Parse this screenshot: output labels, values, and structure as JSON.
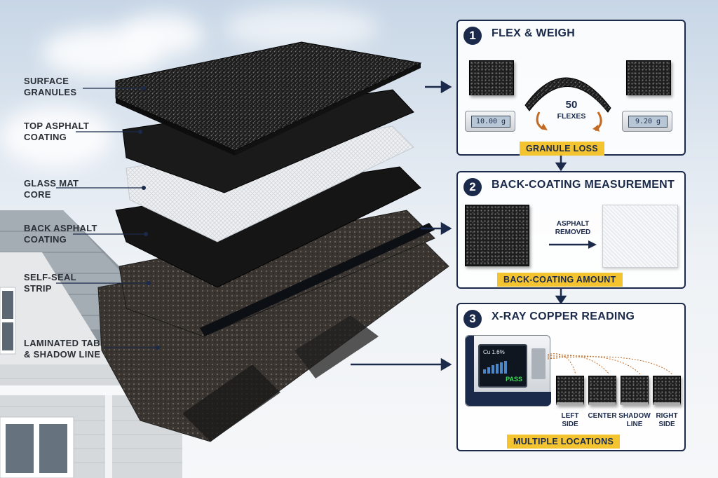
{
  "labels": [
    "SURFACE\nGRANULES",
    "TOP ASPHALT\nCOATING",
    "GLASS MAT\nCORE",
    "BACK ASPHALT\nCOATING",
    "SELF-SEAL\nSTRIP",
    "LAMINATED TAB\n& SHADOW LINE"
  ],
  "panel1": {
    "number": "1",
    "title": "FLEX & WEIGH",
    "scale_before": "10.00 g",
    "scale_after": "9.20 g",
    "flex_count": "50",
    "flex_label": "FLEXES",
    "badge": "GRANULE LOSS"
  },
  "panel2": {
    "number": "2",
    "title": "BACK-COATING MEASUREMENT",
    "arrow_label": "ASPHALT\nREMOVED",
    "badge": "BACK-COATING AMOUNT"
  },
  "panel3": {
    "number": "3",
    "title": "X-RAY COPPER READING",
    "screen_reading": "Cu 1.6%",
    "screen_status": "PASS",
    "locations": [
      "LEFT\nSIDE",
      "CENTER",
      "SHADOW\nLINE",
      "RIGHT\nSIDE"
    ],
    "badge": "MULTIPLE LOCATIONS"
  },
  "colors": {
    "navy": "#1b2a4a",
    "badge_yellow": "#f4c430",
    "pass_green": "#3ddc5a"
  }
}
